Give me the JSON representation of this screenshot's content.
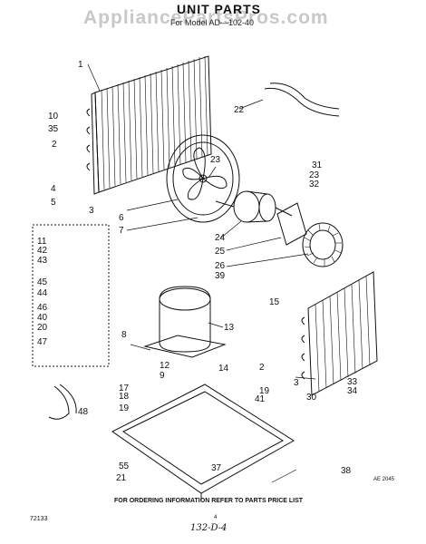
{
  "header": {
    "watermark": "AppliancePartsPros.com",
    "title": "UNIT PARTS",
    "subtitle": "For Model AD—102-40"
  },
  "callouts": [
    "1",
    "10",
    "35",
    "2",
    "4",
    "3",
    "5",
    "11",
    "42",
    "43",
    "45",
    "44",
    "46",
    "20",
    "40",
    "47",
    "48",
    "6",
    "7",
    "22",
    "23",
    "31",
    "23",
    "32",
    "24",
    "25",
    "26",
    "39",
    "15",
    "13",
    "8",
    "12",
    "9",
    "14",
    "17",
    "18",
    "19",
    "19",
    "41",
    "2",
    "3",
    "30",
    "33",
    "34",
    "55",
    "21",
    "37",
    "38"
  ],
  "footer": {
    "ordering_note": "FOR ORDERING INFORMATION REFER TO PARTS PRICE LIST",
    "doc_number": "72133",
    "page_number": "4",
    "handwritten_note": "132-D-4",
    "code": "AE 2045"
  }
}
